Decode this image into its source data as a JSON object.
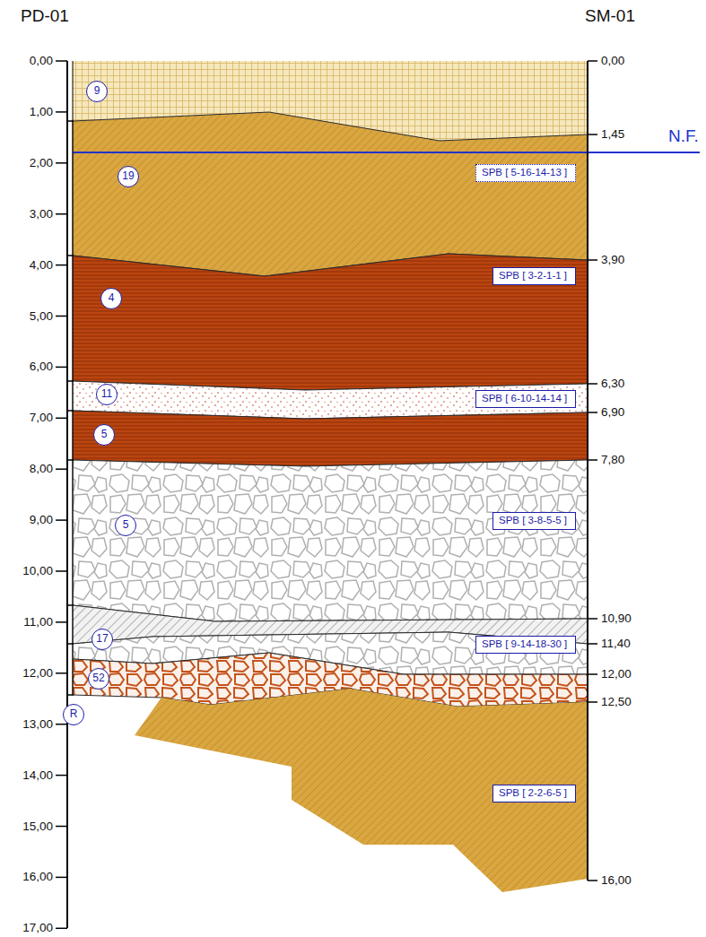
{
  "diagram": {
    "nodes": [
      {
        "text": [
          "9"
        ]
      },
      {
        "text": [
          "19"
        ]
      },
      {
        "text": [
          "SPB [ 5-16-14-13 ]"
        ]
      },
      {
        "text": [
          "4"
        ]
      },
      {
        "text": [
          "SPB [ 3-2-1-1 ]"
        ]
      },
      {
        "text": [
          "11"
        ]
      },
      {
        "text": [
          "SPB [ 6-10-14-14 ]"
        ]
      },
      {
        "text": [
          "5"
        ]
      },
      {
        "text": [
          "5"
        ]
      },
      {
        "text": [
          "SPB [ 3-8-5-5 ]"
        ]
      },
      {
        "text": [
          "17"
        ]
      },
      {
        "text": [
          "SPB [ 9-14-18-30 ]"
        ]
      },
      {
        "text": [
          "52"
        ]
      },
      {
        "text": [
          "R"
        ]
      },
      {
        "text": [
          "SPB [ 2-2-6-5 ]"
        ]
      }
    ],
    "labels": [
      "PD-01",
      "SM-01",
      "0,00",
      "1,00",
      "2,00",
      "3,00",
      "4,00",
      "5,00",
      "6,00",
      "7,00",
      "8,00",
      "9,00",
      "10,00",
      "11,00",
      "12,00",
      "13,00",
      "14,00",
      "15,00",
      "16,00",
      "17,00",
      "0,00",
      "1,45",
      "3,90",
      "6,30",
      "6,90",
      "7,80",
      "10,90",
      "11,40",
      "12,00",
      "12,50",
      "16,00",
      "N.F."
    ]
  }
}
